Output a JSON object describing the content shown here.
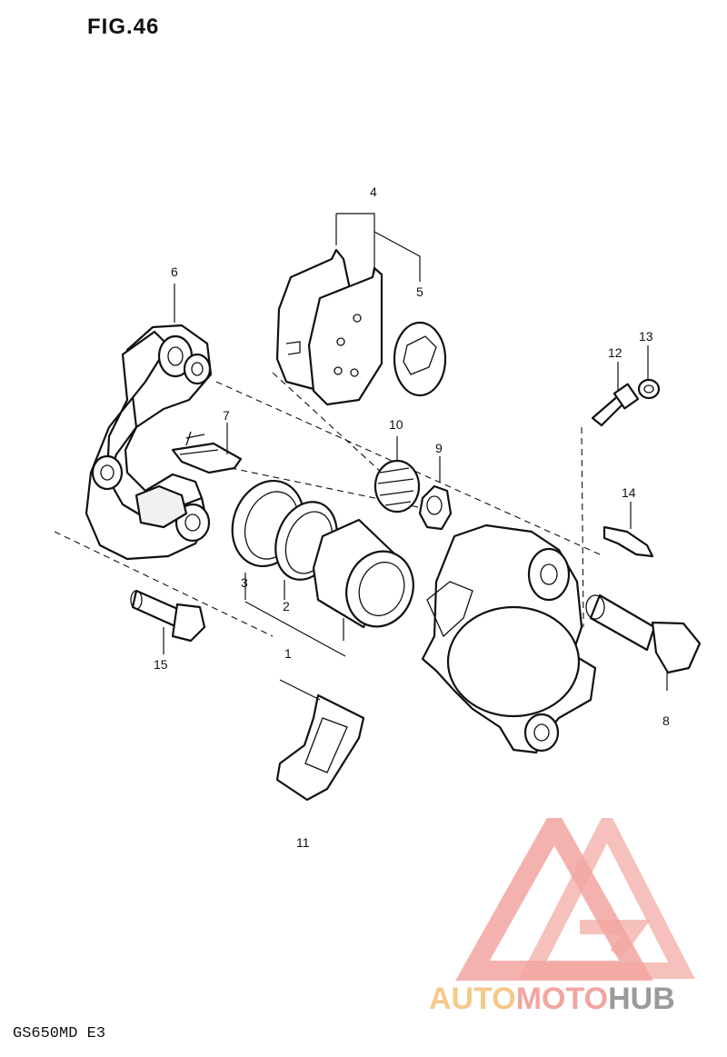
{
  "figure": {
    "title": "FIG.46",
    "model_code": "GS650MD E3"
  },
  "callouts": [
    "1",
    "2",
    "3",
    "4",
    "5",
    "6",
    "7",
    "8",
    "9",
    "10",
    "11",
    "12",
    "13",
    "14",
    "15"
  ],
  "watermark": {
    "part1": "AUTO",
    "part2": "MOTO",
    "part3": "HUB",
    "colors": {
      "auto": "#f5c98a",
      "moto": "#f2a5a0",
      "hub": "#9a9a9a"
    }
  }
}
